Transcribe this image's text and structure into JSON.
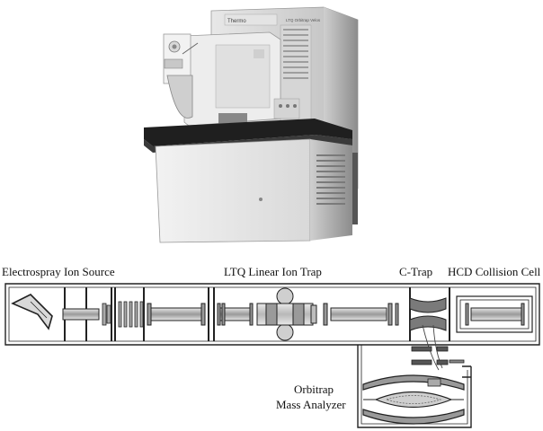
{
  "labels": {
    "electrospray": "Electrospray Ion Source",
    "ltq": "LTQ Linear Ion Trap",
    "ctrap": "C-Trap",
    "hcd": "HCD Collision Cell",
    "orbitrap_line1": "Orbitrap",
    "orbitrap_line2": "Mass Analyzer"
  },
  "instrument_brand": "Thermo",
  "instrument_model": "LTQ Orbitrap Velos"
}
